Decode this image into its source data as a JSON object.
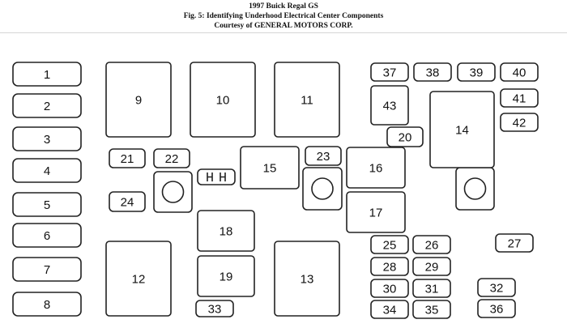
{
  "header": {
    "line1": "1997 Buick Regal GS",
    "line2": "Fig. 5: Identifying Underhood Electrical Center Components",
    "line3": "Courtesy of GENERAL MOTORS CORP."
  },
  "components": [
    "1",
    "2",
    "3",
    "4",
    "5",
    "6",
    "7",
    "8",
    "9",
    "10",
    "11",
    "12",
    "13",
    "14",
    "15",
    "16",
    "17",
    "18",
    "19",
    "20",
    "21",
    "22",
    "23",
    "24",
    "25",
    "26",
    "27",
    "28",
    "29",
    "30",
    "31",
    "32",
    "33",
    "34",
    "35",
    "36",
    "37",
    "38",
    "39",
    "40",
    "41",
    "42",
    "43"
  ]
}
